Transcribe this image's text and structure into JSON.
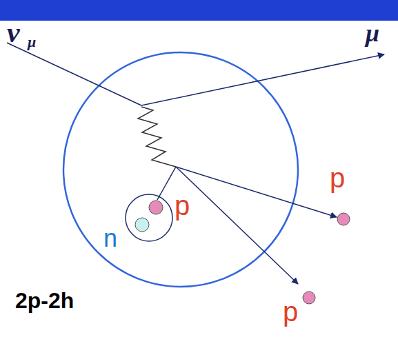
{
  "diagram": {
    "labels": [
      "ν",
      "μ",
      "μ",
      "p",
      "n",
      "p",
      "p",
      "2p-2h"
    ]
  }
}
